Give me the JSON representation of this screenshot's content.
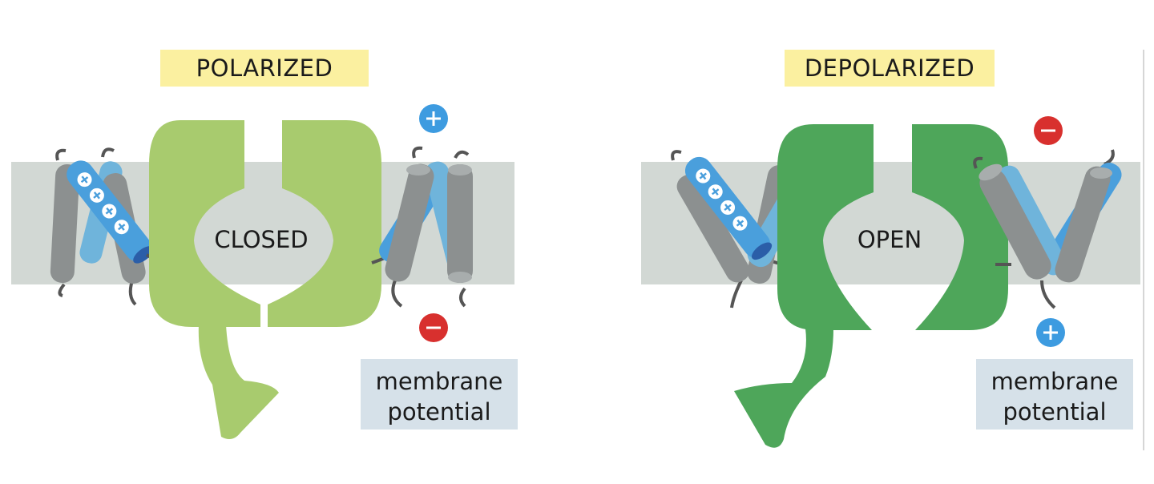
{
  "panels": [
    {
      "state": "POLARIZED",
      "pore": "CLOSED",
      "top_charge": "+",
      "bottom_charge": "−",
      "box_line1": "membrane",
      "box_line2": "potential"
    },
    {
      "state": "DEPOLARIZED",
      "pore": "OPEN",
      "top_charge": "−",
      "bottom_charge": "+",
      "box_line1": "membrane",
      "box_line2": "potential"
    }
  ],
  "colors": {
    "state_label_bg": "#fbf0a0",
    "membrane": "#d2d8d4",
    "closed_channel": "#a8cb6e",
    "open_channel": "#4ea65a",
    "sensor_blue": "#4a9fdc",
    "helix_light_blue": "#6fb4db",
    "helix_grey": "#8c9090",
    "plus_charge": "#3d9be0",
    "minus_charge": "#d8302e",
    "box_bg": "#d6e1e9"
  }
}
